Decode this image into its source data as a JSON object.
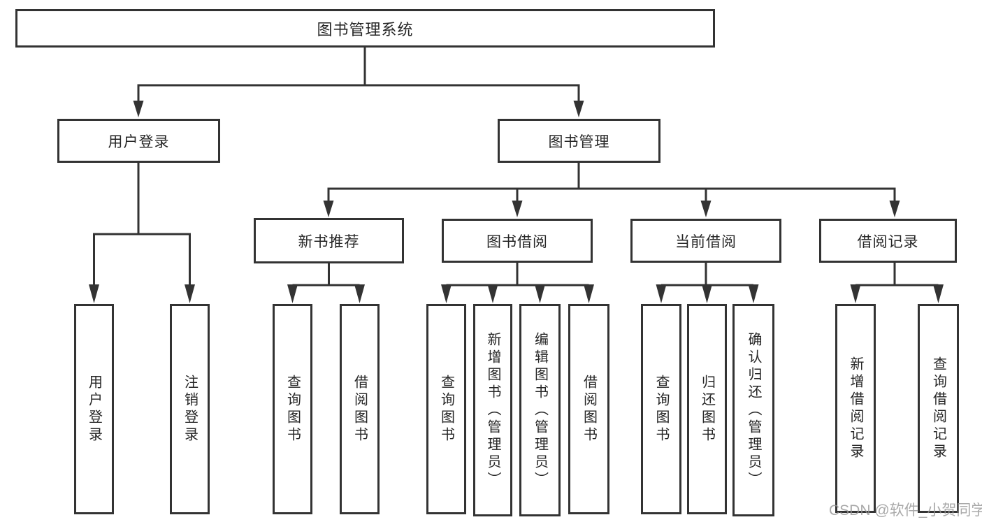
{
  "diagram": {
    "root": {
      "label": "图书管理系统"
    },
    "branches": [
      {
        "label": "用户登录",
        "children": [
          {
            "label": "用户登录"
          },
          {
            "label": "注销登录"
          }
        ]
      },
      {
        "label": "图书管理",
        "groups": [
          {
            "label": "新书推荐",
            "children": [
              {
                "label": "查询图书"
              },
              {
                "label": "借阅图书"
              }
            ]
          },
          {
            "label": "图书借阅",
            "children": [
              {
                "label": "查询图书"
              },
              {
                "label": "新增图书（管理员）"
              },
              {
                "label": "编辑图书（管理员）"
              },
              {
                "label": "借阅图书"
              }
            ]
          },
          {
            "label": "当前借阅",
            "children": [
              {
                "label": "查询图书"
              },
              {
                "label": "归还图书"
              },
              {
                "label": "确认归还（管理员）"
              }
            ]
          },
          {
            "label": "借阅记录",
            "children": [
              {
                "label": "新增借阅记录"
              },
              {
                "label": "查询借阅记录"
              }
            ]
          }
        ]
      }
    ]
  },
  "watermark": {
    "text": "CSDN @软件_小贺同学"
  },
  "colors": {
    "line": "#333333",
    "box_border": "#333333",
    "text": "#262626",
    "watermark": "#969696",
    "background": "#ffffff"
  }
}
